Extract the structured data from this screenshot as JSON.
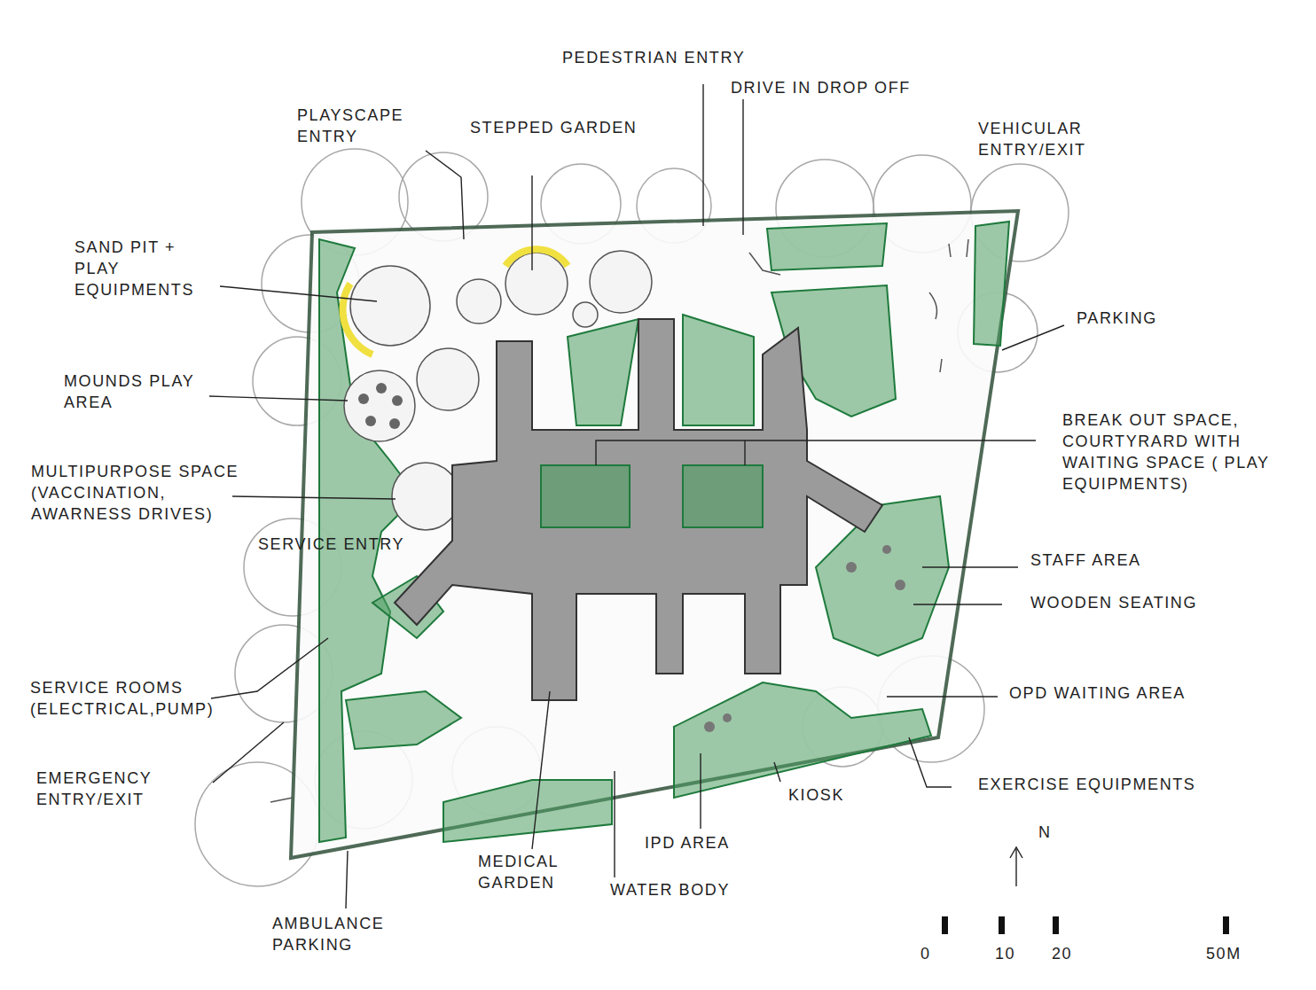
{
  "diagram": {
    "labels": [
      "PEDESTRIAN ENTRY",
      "DRIVE IN DROP OFF",
      "PLAYSCAPE ENTRY",
      "STEPPED GARDEN",
      "VEHICULAR ENTRY/EXIT",
      "SAND PIT + PLAY EQUIPMENTS",
      "PARKING",
      "MOUNDS PLAY AREA",
      "BREAK OUT SPACE, COURTYRARD WITH WAITING SPACE ( PLAY EQUIPMENTS)",
      "MULTIPURPOSE SPACE (VACCINATION, AWARNESS DRIVES)",
      "SERVICE ENTRY",
      "STAFF AREA",
      "WOODEN SEATING",
      "SERVICE ROOMS (ELECTRICAL,PUMP)",
      "OPD WAITING AREA",
      "EMERGENCY ENTRY/EXIT",
      "EXERCISE EQUIPMENTS",
      "KIOSK",
      "IPD AREA",
      "MEDICAL GARDEN",
      "WATER BODY",
      "AMBULANCE PARKING",
      "N",
      "0",
      "10",
      "20",
      "50M"
    ]
  }
}
